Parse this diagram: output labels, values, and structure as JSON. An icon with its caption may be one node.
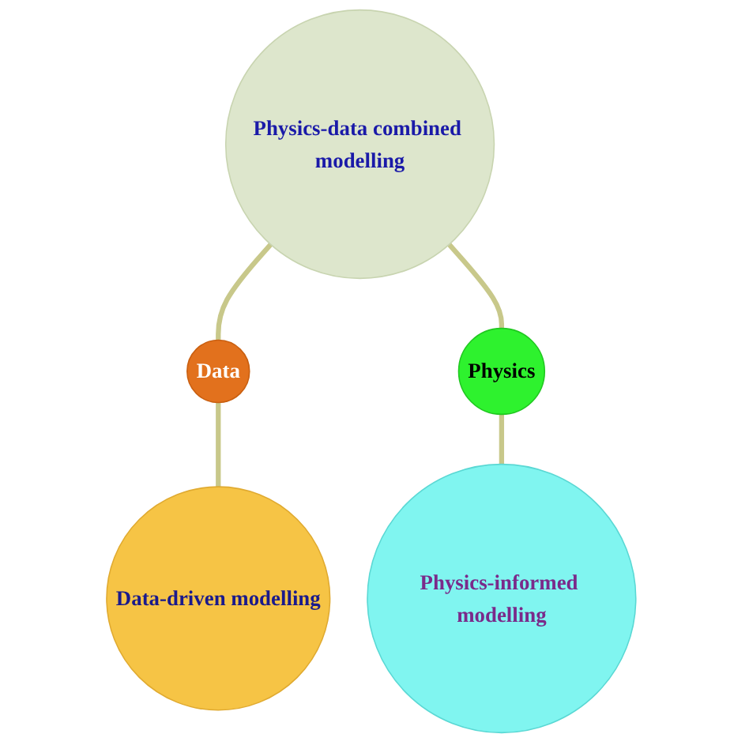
{
  "diagram": {
    "nodes": [
      {
        "text": [
          "Physics-data combined modelling"
        ]
      },
      {
        "text": [
          "Data"
        ]
      },
      {
        "text": [
          "Physics"
        ]
      },
      {
        "text": [
          "Data-driven modelling"
        ]
      },
      {
        "text": [
          "Physics-informed modelling"
        ]
      }
    ],
    "edges": [
      {
        "from": 0,
        "to": 1,
        "arrow": "none"
      },
      {
        "from": 0,
        "to": 2,
        "arrow": "none"
      },
      {
        "from": 1,
        "to": 3,
        "arrow": "none"
      },
      {
        "from": 2,
        "to": 4,
        "arrow": "none"
      }
    ]
  }
}
